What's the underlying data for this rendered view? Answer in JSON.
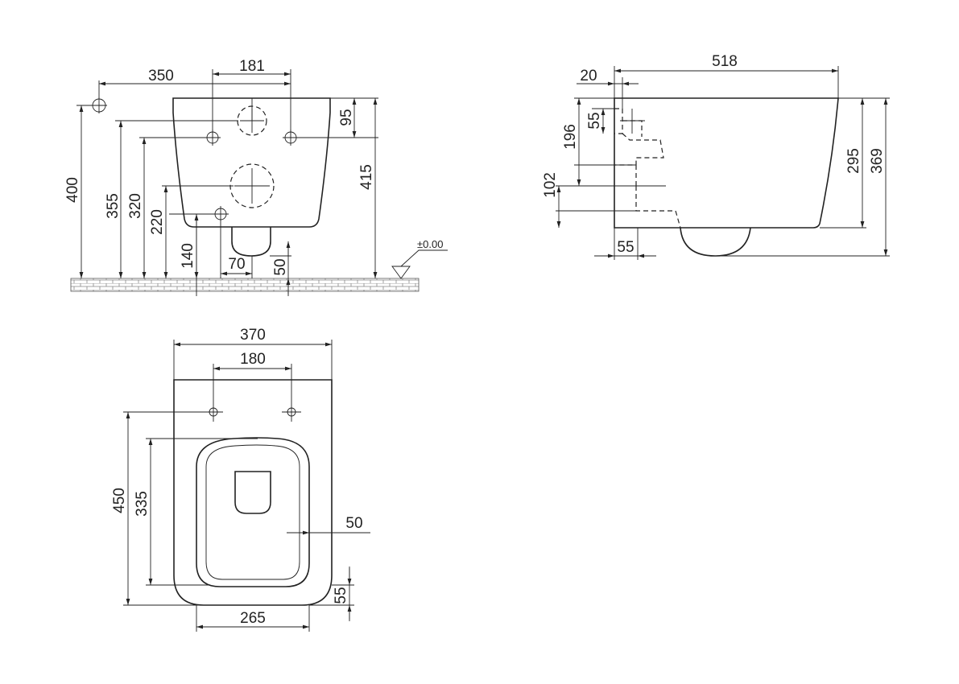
{
  "front_view": {
    "dims": {
      "d350": "350",
      "d181": "181",
      "d95": "95",
      "d415": "415",
      "d400": "400",
      "d355": "355",
      "d320": "320",
      "d220": "220",
      "d140": "140",
      "d70": "70",
      "d50": "50"
    },
    "floor_level": "±0.00"
  },
  "side_view": {
    "dims": {
      "d518": "518",
      "d20": "20",
      "d55a": "55",
      "d196": "196",
      "d102": "102",
      "d295": "295",
      "d369": "369",
      "d55b": "55"
    }
  },
  "top_view": {
    "dims": {
      "d370": "370",
      "d180": "180",
      "d450": "450",
      "d335": "335",
      "d50": "50",
      "d55": "55",
      "d265": "265"
    }
  }
}
